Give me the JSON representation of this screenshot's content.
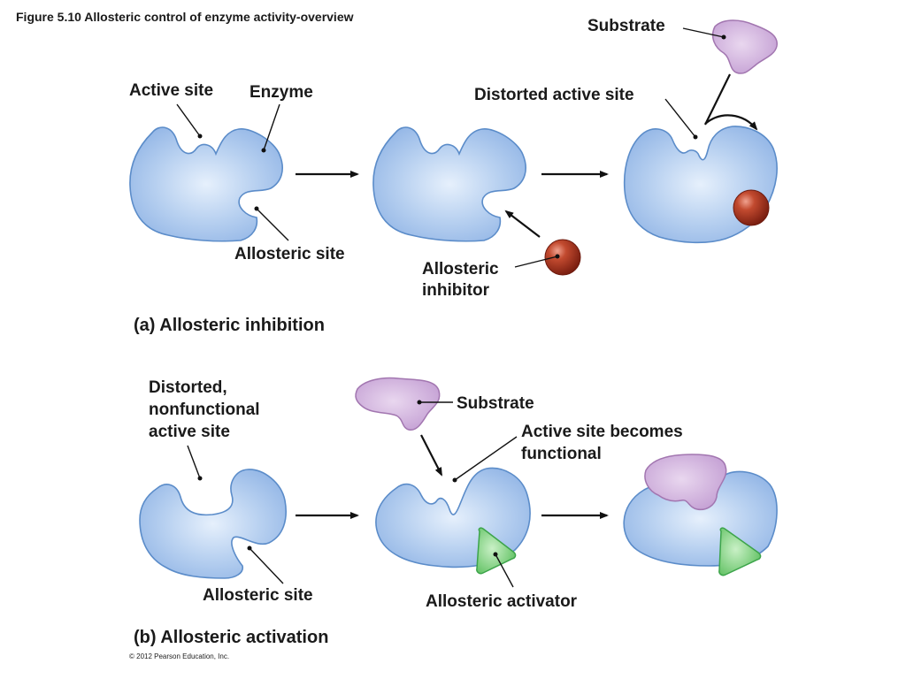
{
  "figure_title": "Figure 5.10  Allosteric control of enzyme activity-overview",
  "panel_a": {
    "caption": "(a) Allosteric inhibition",
    "labels": {
      "active_site": "Active site",
      "enzyme": "Enzyme",
      "allosteric_site": "Allosteric site",
      "inhibitor_line1": "Allosteric",
      "inhibitor_line2": "inhibitor",
      "distorted_active_site": "Distorted active site",
      "substrate": "Substrate"
    }
  },
  "panel_b": {
    "caption": "(b) Allosteric activation",
    "labels": {
      "distorted_line1": "Distorted,",
      "distorted_line2": "nonfunctional",
      "distorted_line3": "active site",
      "allosteric_site": "Allosteric site",
      "substrate": "Substrate",
      "becomes_line1": "Active site becomes",
      "becomes_line2": "functional",
      "activator": "Allosteric activator"
    }
  },
  "copyright": "© 2012 Pearson Education, Inc.",
  "colors": {
    "enzyme": "#a9c6ec",
    "substrate": "#c9a3d6",
    "inhibitor": "#b53a25",
    "activator": "#6dc86e"
  }
}
